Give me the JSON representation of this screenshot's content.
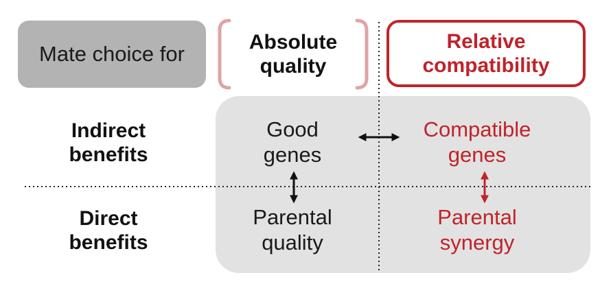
{
  "header": {
    "mate_choice_label": "Mate choice for",
    "absolute_quality": "Absolute quality",
    "relative_compatibility": "Relative compatibility"
  },
  "rows": {
    "indirect": "Indirect benefits",
    "direct": "Direct benefits"
  },
  "cells": {
    "good_genes": "Good genes",
    "compatible_genes": "Compatible genes",
    "parental_quality": "Parental quality",
    "parental_synergy": "Parental synergy"
  },
  "colors": {
    "accent_red": "#c0232a",
    "bracket_pink": "#e0a3a3",
    "label_grey": "#b3b3b3",
    "panel_grey": "#e2e2e2"
  }
}
